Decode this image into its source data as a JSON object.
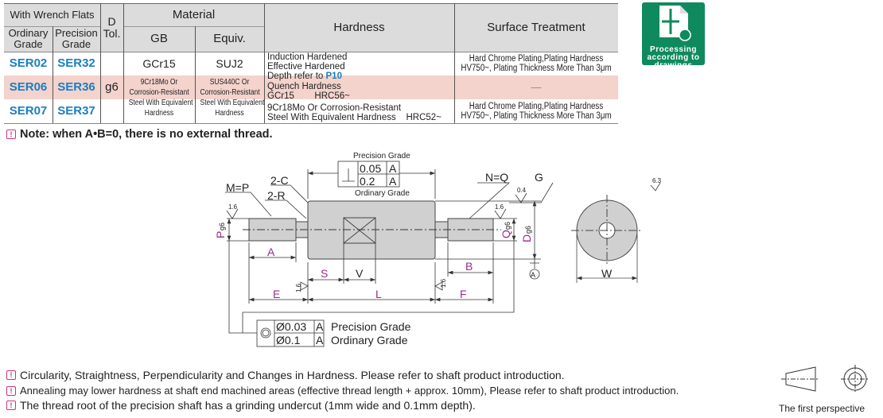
{
  "table": {
    "header": {
      "wrench_flats": "With Wrench Flats",
      "ordinary": "Ordinary Grade",
      "precision": "Precision Grade",
      "d_tol": "D Tol.",
      "material": "Material",
      "gb": "GB",
      "equiv": "Equiv.",
      "hardness": "Hardness",
      "surface": "Surface Treatment"
    },
    "rows": [
      {
        "ordinary": "SER02",
        "precision": "SER32",
        "gb": "GCr15",
        "equiv": "SUJ2",
        "surface": "Hard Chrome Plating,Plating Hardness HV750~, Plating Thickness More Than 3μm"
      },
      {
        "ordinary": "SER06",
        "precision": "SER36",
        "gb": "9Cr18Mo Or Corrosion-Resistant Steel With Equivalent Hardness",
        "equiv": "SUS440C Or Corrosion-Resistant Steel With Equivalent Hardness",
        "surface": "—"
      },
      {
        "ordinary": "SER07",
        "precision": "SER37",
        "surface": "Hard Chrome Plating,Plating Hardness HV750~, Plating Thickness More Than 3μm"
      }
    ],
    "d_tol_value": "g6",
    "gb_r2_top": "9Cr18Mo Or",
    "gb_r2_mid": "Corrosion-Resistant",
    "gb_r2_bot": "Steel With Equivalent",
    "gb_r2_last": "Hardness",
    "eq_r2_top": "SUS440C Or",
    "eq_r2_mid": "Corrosion-Resistant",
    "eq_r2_bot": "Steel With Equivalent",
    "eq_r2_last": "Hardness",
    "hardness_lines": [
      "Induction Hardened",
      "Effective Hardened",
      "Depth refer to ",
      "Quench Hardness",
      "GCr15        HRC56~",
      "9Cr18Mo Or Corrosion-Resistant",
      "Steel With Equivalent Hardness    HRC52~"
    ],
    "hardness_link": "P10"
  },
  "badge": {
    "lines": [
      "Processing",
      "according to",
      "drawings"
    ],
    "color": "#0f8a5f"
  },
  "note": "Note: when A•B=0, there is no external thread.",
  "drawing": {
    "precision_grade": "Precision Grade",
    "ordinary_grade": "Ordinary Grade",
    "perp_tol_precision": "0.05",
    "perp_tol_ordinary": "0.2",
    "datum": "A",
    "conc_tol_precision": "Ø0.03",
    "conc_tol_ordinary": "Ø0.1",
    "labels": {
      "mp": "M=P",
      "nq": "N=Q",
      "c": "2-C",
      "r": "2-R",
      "g": "G",
      "a": "A",
      "b": "B",
      "e": "E",
      "l": "L",
      "f": "F",
      "s": "S",
      "v": "V",
      "w": "W",
      "p": "P",
      "q": "Q",
      "d": "D",
      "g6": "g6"
    },
    "roughness": {
      "r16": "1.6",
      "r04": "0.4",
      "r63": "6.3"
    }
  },
  "footnotes": [
    "Circularity, Straightness, Perpendicularity and Changes in Hardness. Please refer to shaft product introduction.",
    "Annealing may lower hardness at shaft end machined areas (effective thread length + approx. 10mm), Please refer to shaft product introduction.",
    "The thread root of the precision shaft has a grinding undercut (1mm wide and 0.1mm depth)."
  ],
  "projection": "The first perspective"
}
